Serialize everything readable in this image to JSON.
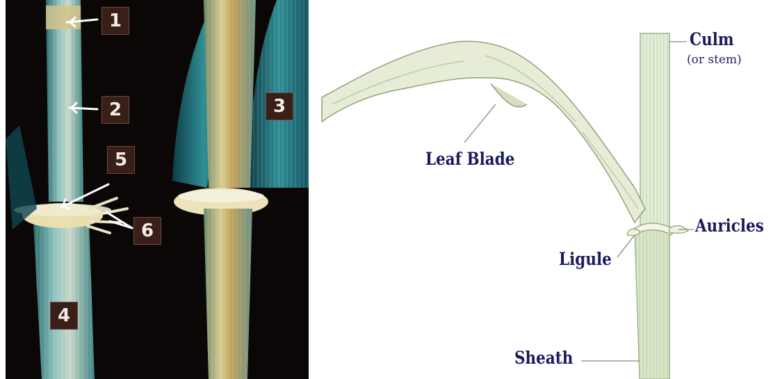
{
  "photo": {
    "markers": [
      "1",
      "2",
      "3",
      "4",
      "5",
      "6"
    ]
  },
  "drawing": {
    "labels": {
      "culm": "Culm",
      "culm_note": "(or stem)",
      "leaf_blade": "Leaf Blade",
      "auricles": "Auricles",
      "ligule": "Ligule",
      "sheath": "Sheath"
    }
  },
  "colors": {
    "label_text": "#1a1a5e",
    "photo_background": "#0b0707",
    "marker_fill": "#3a1e18",
    "stem_teal": "#4fa0a0",
    "stem_yellow": "#c9b36a",
    "drawing_green": "#dfe9cf"
  }
}
